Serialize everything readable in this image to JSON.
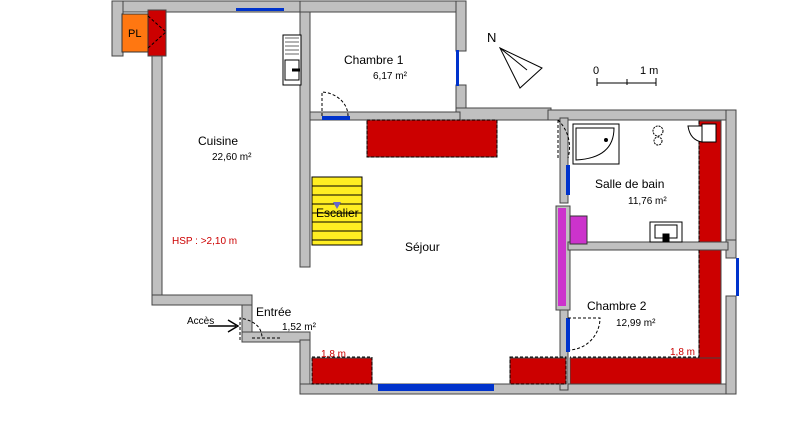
{
  "rooms": {
    "cuisine": {
      "name": "Cuisine",
      "area": "22,60 m²"
    },
    "chambre1": {
      "name": "Chambre 1",
      "area": "6,17 m²"
    },
    "sejour": {
      "name": "Séjour"
    },
    "entree": {
      "name": "Entrée",
      "area": "1,52 m²"
    },
    "salle_bain": {
      "name": "Salle de bain",
      "area": "11,76 m²"
    },
    "chambre2": {
      "name": "Chambre 2",
      "area": "12,99 m²"
    }
  },
  "escalier": "Escalier",
  "pl": "PL",
  "hsp": "HSP : >2,10 m",
  "acces": "Accès",
  "north": "N",
  "scale": {
    "start": "0",
    "end": "1 m"
  },
  "heights": {
    "left": "1,8 m",
    "right": "1,8 m"
  },
  "colors": {
    "wall": "#c0c0c0",
    "low_height": "#cc0000",
    "window": "#0033cc",
    "stairs": "#ffee22",
    "pl": "#ff7711",
    "furniture": "#cc33cc",
    "hsp_text": "#cc0000"
  }
}
